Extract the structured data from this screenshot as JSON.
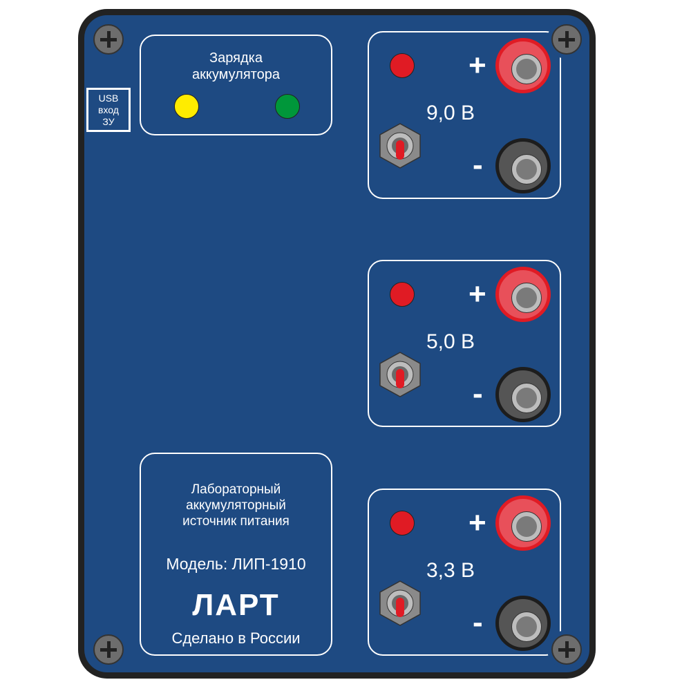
{
  "usb_label": [
    "USB",
    "вход",
    "ЗУ"
  ],
  "charging": {
    "title_line1": "Зарядка",
    "title_line2": "аккумулятора",
    "led_colors": [
      "#ffec00",
      "#00973a"
    ]
  },
  "outputs": [
    {
      "voltage": "9,0 В",
      "plus": "+",
      "minus": "-"
    },
    {
      "voltage": "5,0 В",
      "plus": "+",
      "minus": "-"
    },
    {
      "voltage": "3,3 В",
      "plus": "+",
      "minus": "-"
    }
  ],
  "info": {
    "line1": "Лабораторный",
    "line2": "аккумуляторный",
    "line3": "источник питания",
    "model": "Модель: ЛИП-1910",
    "brand": "ЛАРТ",
    "made_in": "Сделано в России"
  },
  "colors": {
    "panel": "#1e4a82",
    "led_red": "#e01b24"
  }
}
